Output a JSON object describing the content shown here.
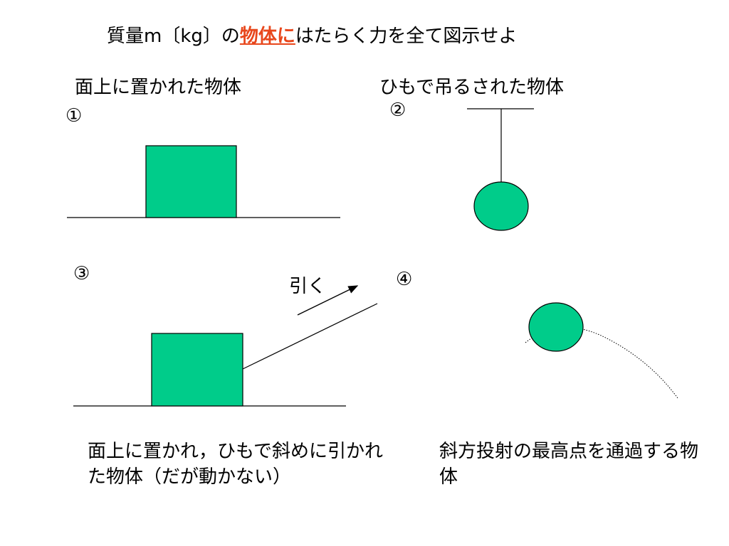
{
  "title": {
    "part1": "質量m〔kg〕の",
    "highlight": "物体に",
    "part2": "はたらく力を全て図示せよ",
    "highlight_color": "#e8471c"
  },
  "panels": {
    "p1": {
      "number": "①",
      "label": "面上に置かれた物体"
    },
    "p2": {
      "number": "②",
      "label": "ひもで吊るされた物体"
    },
    "p3": {
      "number": "③",
      "caption": "面上に置かれ，ひもで斜めに引かれた物体（だが動かない）",
      "pull_label": "引く"
    },
    "p4": {
      "number": "④",
      "caption": "斜方投射の最高点を通過する物体"
    }
  },
  "colors": {
    "object_fill": "#00cc8a",
    "line": "#000000"
  }
}
